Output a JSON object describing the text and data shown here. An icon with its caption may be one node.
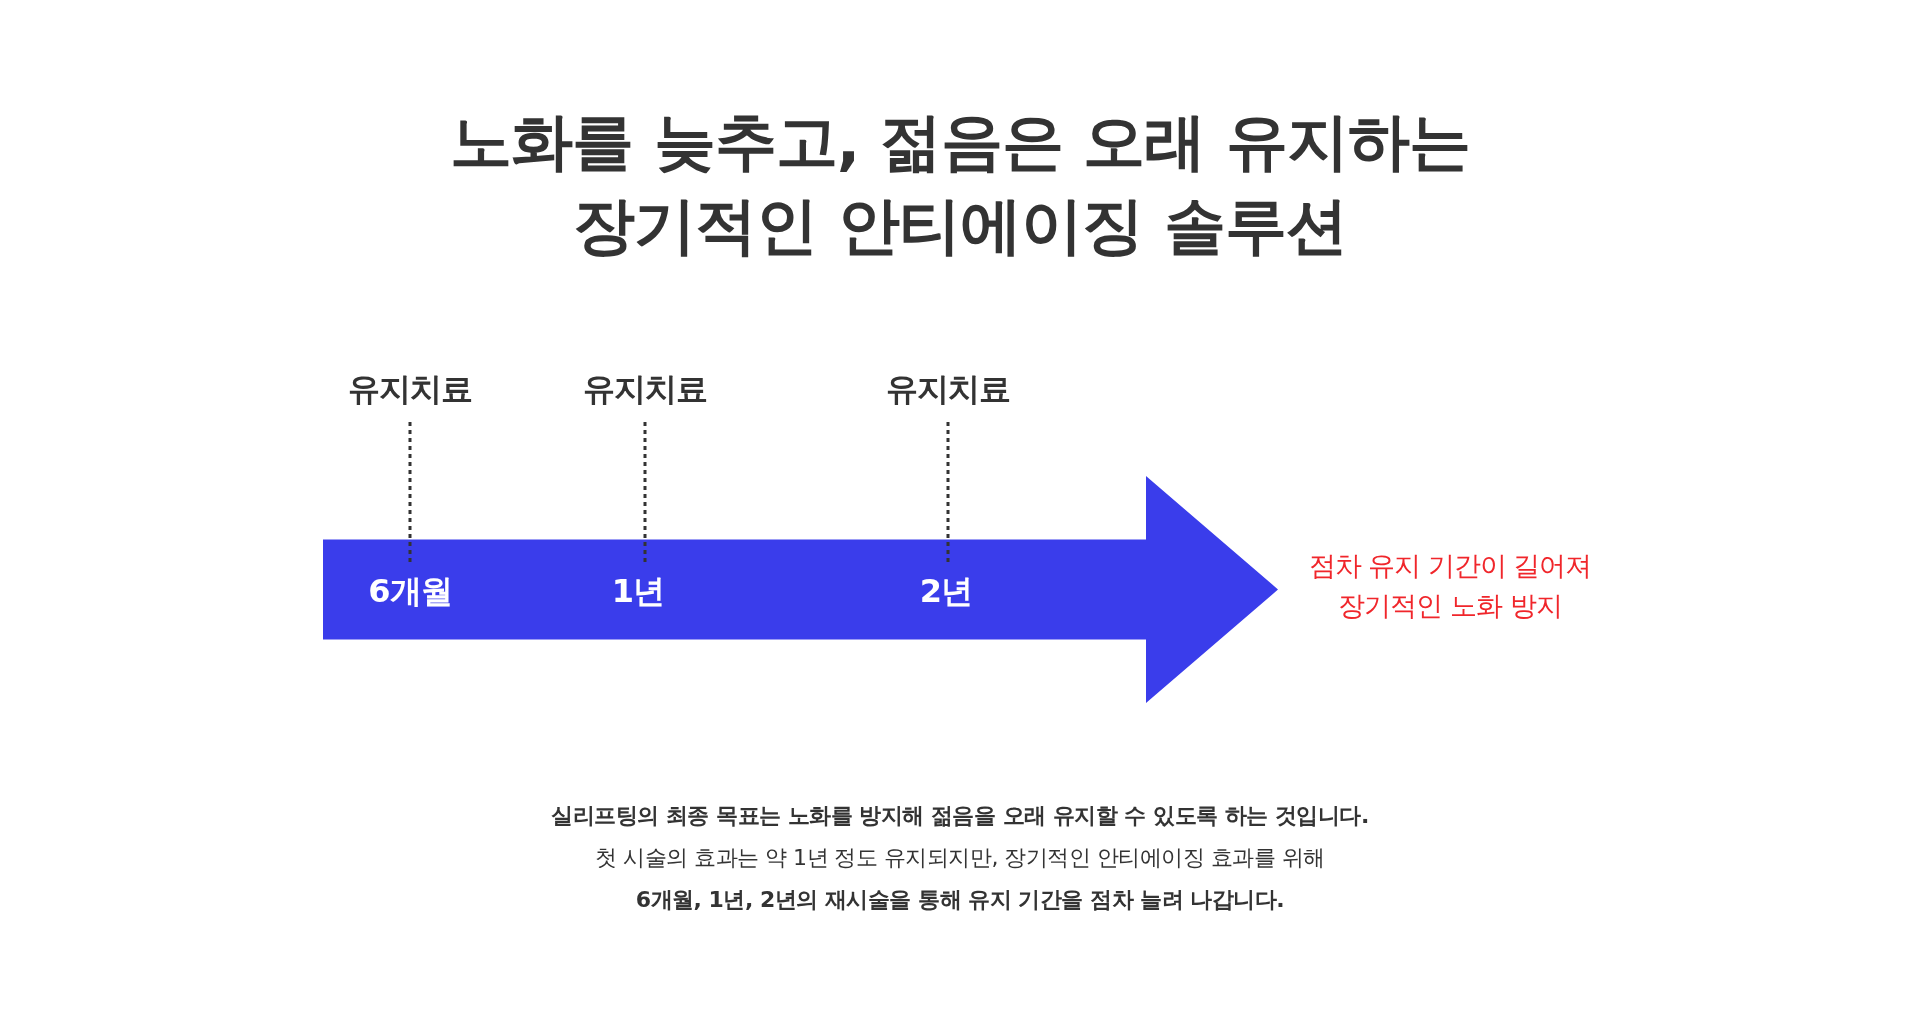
{
  "diagram": {
    "title": "노화를 늦추고, 젊음은 오래 유지하는 장기적인 안티에이징 솔루션",
    "nodes": [
      {
        "text": [
          "유지치료"
        ]
      },
      {
        "text": [
          "유지치료"
        ]
      },
      {
        "text": [
          "유지치료"
        ]
      },
      {
        "text": [],
        "shape": "arrow",
        "beside": [
          "점차 유지 기간이 길어져 장기적인 노화 방지"
        ]
      },
      {
        "text": [
          "6개월"
        ],
        "in": 3
      },
      {
        "text": [
          "1년"
        ],
        "in": 3
      },
      {
        "text": [
          "2년"
        ],
        "in": 3
      }
    ],
    "edges": [
      {
        "from": 0,
        "to": 4,
        "arrow": "none",
        "style": "dashed"
      },
      {
        "from": 1,
        "to": 5,
        "arrow": "none",
        "style": "dashed"
      },
      {
        "from": 2,
        "to": 6,
        "arrow": "none",
        "style": "dashed"
      }
    ],
    "labels": [
      "실리프팅의 최종 목표는 노화를 방지해 젊음을 오래 유지할 수 있도록 하는 것입니다.",
      "첫 시술의 효과는 약 1년 정도 유지되지만, 장기적인 안티에이징 효과를 위해",
      "6개월, 1년, 2년의 재시술을 통해 유지 기간을 점차 늘려 나갑니다."
    ]
  }
}
